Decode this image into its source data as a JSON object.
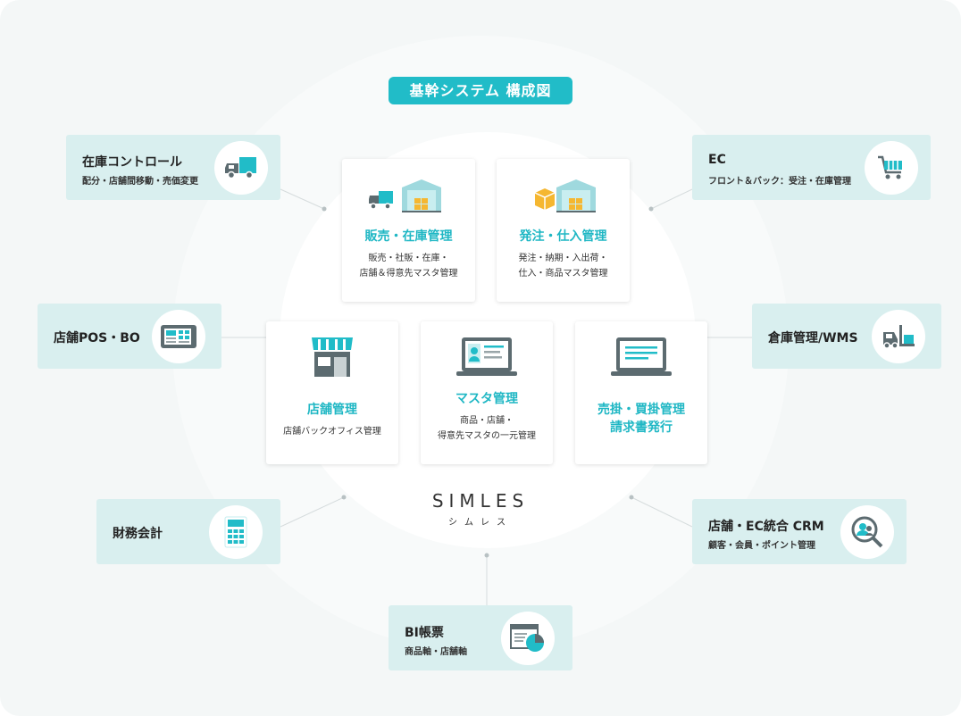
{
  "title": "基幹システム 構成図",
  "colors": {
    "accent": "#21bcc8",
    "panel": "#d9efef",
    "dark": "#5c6b70"
  },
  "brand": {
    "logo": "SIMLES",
    "kana": "シムレス"
  },
  "core_modules": [
    {
      "title": "販売・在庫管理",
      "desc": "販売・社販・在庫・\n店舗＆得意先マスタ管理",
      "icon": "truck-warehouse-icon"
    },
    {
      "title": "発注・仕入管理",
      "desc": "発注・納期・入出荷・\n仕入・商品マスタ管理",
      "icon": "box-warehouse-icon"
    },
    {
      "title": "店舗管理",
      "desc": "店舗バックオフィス管理",
      "icon": "store-icon"
    },
    {
      "title": "マスタ管理",
      "desc": "商品・店舗・\n得意先マスタの一元管理",
      "icon": "laptop-profile-icon"
    },
    {
      "title_line1": "売掛・買掛管理",
      "title_line2": "請求書発行",
      "icon": "laptop-document-icon"
    }
  ],
  "external_systems": [
    {
      "title": "在庫コントロール",
      "desc": "配分・店舗間移動・売価変更",
      "icon": "truck-icon"
    },
    {
      "title": "EC",
      "desc": "フロント＆バック：受注・在庫管理",
      "icon": "cart-icon"
    },
    {
      "title": "店舗POS・BO",
      "icon": "pos-terminal-icon"
    },
    {
      "title": "倉庫管理/WMS",
      "icon": "forklift-icon"
    },
    {
      "title": "財務会計",
      "icon": "calculator-icon"
    },
    {
      "title": "店舗・EC統合 CRM",
      "desc": "顧客・会員・ポイント管理",
      "icon": "customer-search-icon"
    },
    {
      "title": "BI帳票",
      "desc": "商品軸・店舗軸",
      "icon": "report-chart-icon"
    }
  ]
}
